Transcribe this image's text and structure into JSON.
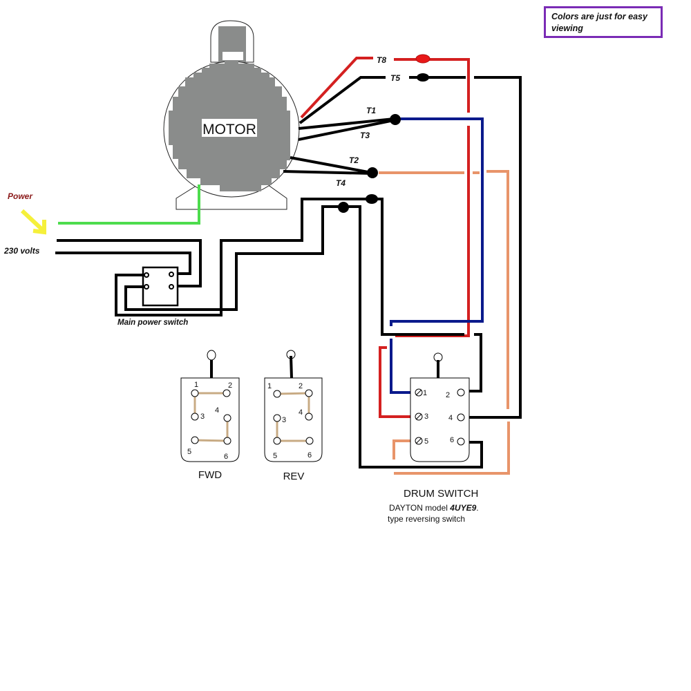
{
  "note": {
    "text": "Colors are just for easy viewing",
    "border_color": "#7a2bb5"
  },
  "motor": {
    "label": "MOTOR",
    "body_color": "#8a8c8b"
  },
  "power": {
    "label": "Power",
    "voltage_label": "230 volts",
    "arrow_color": "#f5f03a",
    "label_color": "#8b1a1a"
  },
  "main_switch": {
    "label": "Main power switch"
  },
  "terminals": {
    "T8": "T8",
    "T5": "T5",
    "T1": "T1",
    "T3": "T3",
    "T2": "T2",
    "T4": "T4"
  },
  "wire_colors": {
    "red": "#d42020",
    "black": "#000000",
    "blue": "#0a1a8c",
    "orange": "#e8946a",
    "green": "#4ddc4d",
    "jumper": "#c8ab84"
  },
  "fwd_diagram": {
    "label": "FWD",
    "terminals": [
      "1",
      "2",
      "3",
      "4",
      "5",
      "6"
    ],
    "jumpers": [
      "1-2",
      "1-3",
      "4-6",
      "5-6"
    ]
  },
  "rev_diagram": {
    "label": "REV",
    "terminals": [
      "1",
      "2",
      "3",
      "4",
      "5",
      "6"
    ],
    "jumpers": [
      "1-2",
      "2-4",
      "3-5",
      "5-6"
    ]
  },
  "drum_switch": {
    "title": "DRUM SWITCH",
    "model_prefix": "DAYTON model ",
    "model": "4UYE9",
    "model_suffix": ".",
    "type": "type reversing switch",
    "terminals": [
      "1",
      "2",
      "3",
      "4",
      "5",
      "6"
    ]
  }
}
